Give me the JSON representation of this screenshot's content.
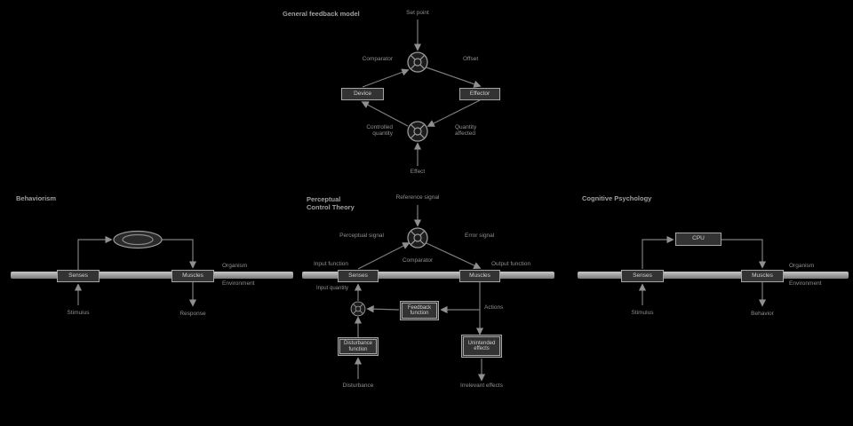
{
  "colors": {
    "background": "#000000",
    "line": "#7d7d7d",
    "label_text": "#8f8f8f",
    "box_fill": "#333333",
    "box_border": "#a5a5a5",
    "boundary_band": "#b5b5b5"
  },
  "diagrams": {
    "general": {
      "title": "General feedback model",
      "set_point": "Set point",
      "comparator": "Comparator",
      "offset": "Offset",
      "device": "Device",
      "effector": "Effector",
      "controlled_quantity": "Controlled quantity",
      "quantity_affected": "Quantity affected",
      "effect": "Effect"
    },
    "behaviorism": {
      "title": "Behaviorism",
      "senses": "Senses",
      "muscles": "Muscles",
      "organism": "Organism",
      "environment": "Environment",
      "stimulus": "Stimulus",
      "response": "Response"
    },
    "pct": {
      "title": "Perceptual Control Theory",
      "reference_signal": "Reference signal",
      "perceptual_signal": "Perceptual signal",
      "error_signal": "Error signal",
      "comparator": "Comparator",
      "input_function": "Input function",
      "output_function": "Output function",
      "senses": "Senses",
      "muscles": "Muscles",
      "input_quantity": "Input quantity",
      "feedback_function": "Feedback function",
      "actions": "Actions",
      "disturbance_function": "Disturbance function",
      "disturbance": "Disturbance",
      "unintended_effects": "Unintended effects",
      "irrelevant_effects": "Irrelevant effects"
    },
    "cognitive": {
      "title": "Cognitive Psychology",
      "senses": "Senses",
      "cpu": "CPU",
      "muscles": "Muscles",
      "organism": "Organism",
      "environment": "Environment",
      "stimulus": "Stimulus",
      "behavior": "Behavior"
    }
  }
}
